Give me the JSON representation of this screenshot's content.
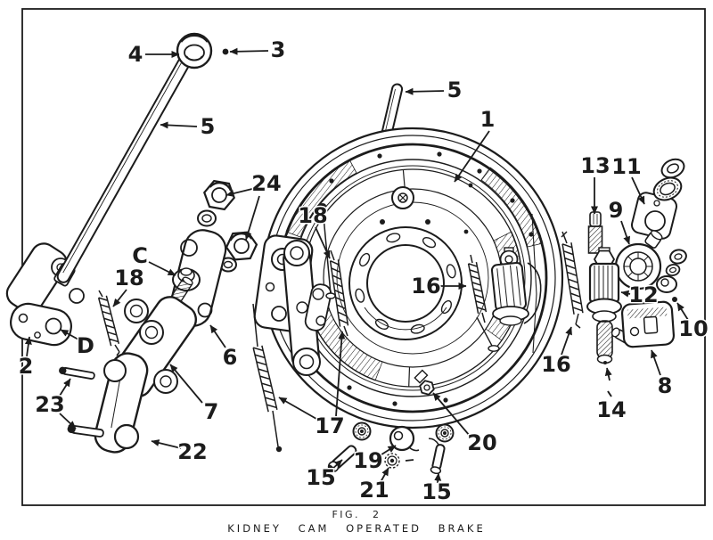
{
  "figure": {
    "fig_label": "FIG. 2",
    "title": "KIDNEY CAM OPERATED BRAKE"
  },
  "colors": {
    "ink": "#1c1c1c",
    "paper": "#ffffff"
  },
  "callouts": [
    {
      "id": "part-1",
      "label": "1"
    },
    {
      "id": "part-2",
      "label": "2"
    },
    {
      "id": "part-3",
      "label": "3"
    },
    {
      "id": "part-4",
      "label": "4"
    },
    {
      "id": "part-5-left",
      "label": "5"
    },
    {
      "id": "part-5-top",
      "label": "5"
    },
    {
      "id": "part-6",
      "label": "6"
    },
    {
      "id": "part-7",
      "label": "7"
    },
    {
      "id": "part-8",
      "label": "8"
    },
    {
      "id": "part-9",
      "label": "9"
    },
    {
      "id": "part-10",
      "label": "10"
    },
    {
      "id": "part-11",
      "label": "11"
    },
    {
      "id": "part-12",
      "label": "12"
    },
    {
      "id": "part-13",
      "label": "13"
    },
    {
      "id": "part-14",
      "label": "14"
    },
    {
      "id": "part-15-left",
      "label": "15"
    },
    {
      "id": "part-15-right",
      "label": "15"
    },
    {
      "id": "part-16-hub",
      "label": "16"
    },
    {
      "id": "part-16-right",
      "label": "16"
    },
    {
      "id": "part-17",
      "label": "17"
    },
    {
      "id": "part-18-left",
      "label": "18"
    },
    {
      "id": "part-18-inner",
      "label": "18"
    },
    {
      "id": "part-19",
      "label": "19"
    },
    {
      "id": "part-20",
      "label": "20"
    },
    {
      "id": "part-21",
      "label": "21"
    },
    {
      "id": "part-22",
      "label": "22"
    },
    {
      "id": "part-23",
      "label": "23"
    },
    {
      "id": "part-24",
      "label": "24"
    },
    {
      "id": "ref-c",
      "label": "C"
    },
    {
      "id": "ref-d",
      "label": "D"
    }
  ]
}
